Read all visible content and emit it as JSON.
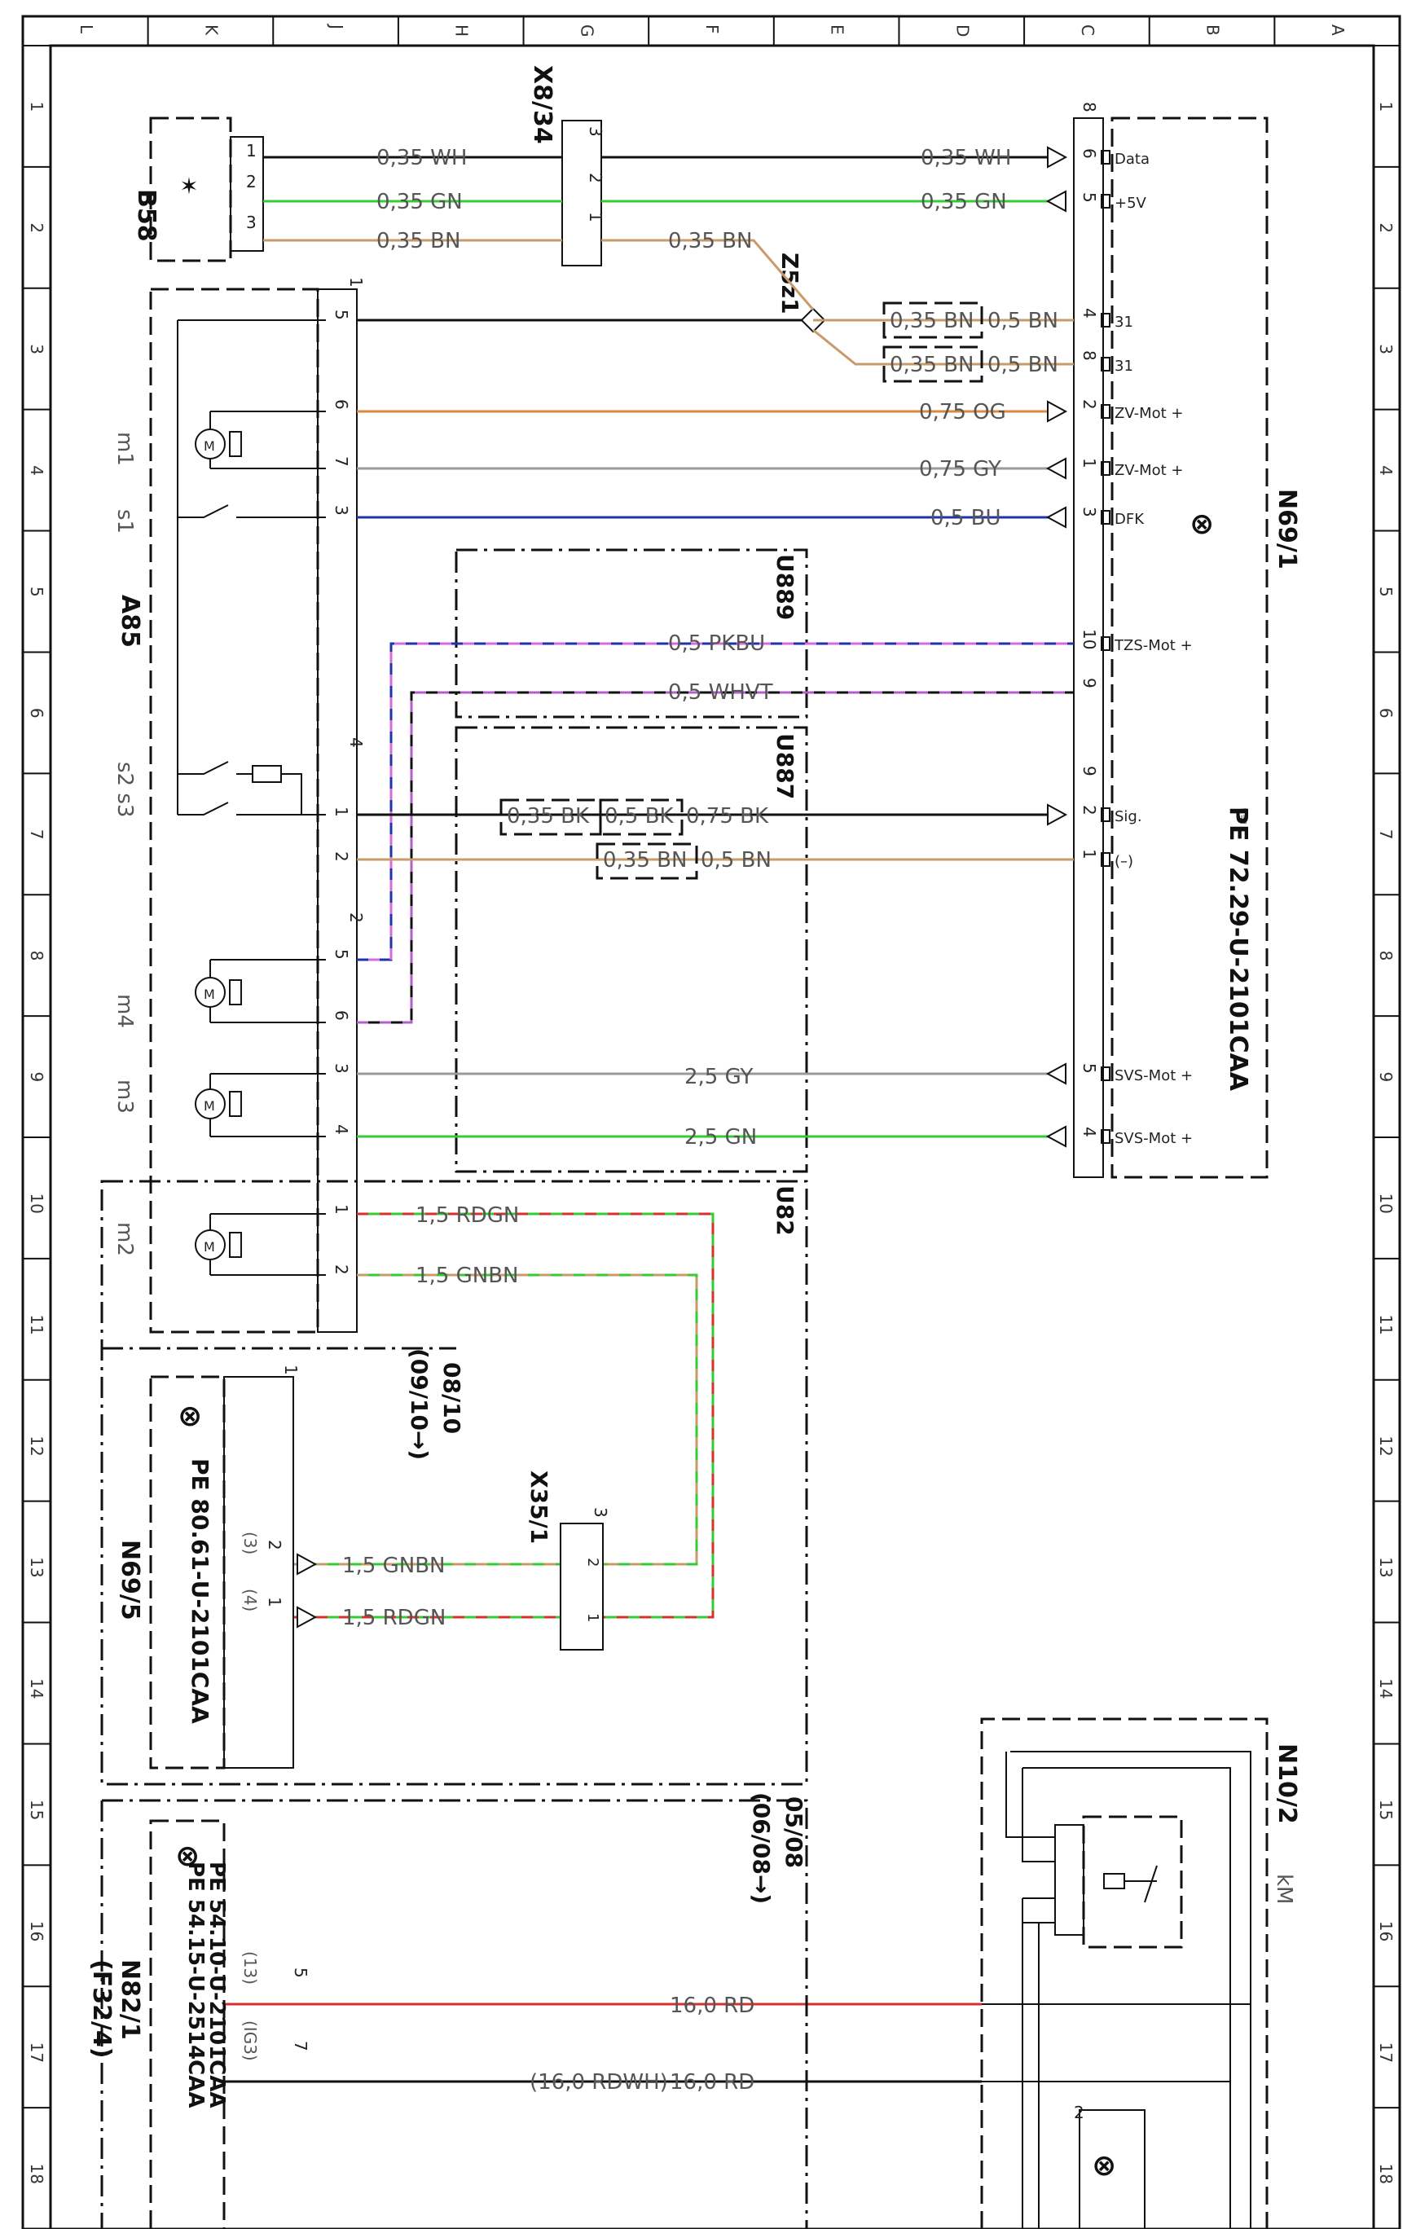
{
  "colors": {
    "WH": "#111111",
    "GN": "#33cc33",
    "BN": "#c89b6a",
    "OG": "#d98a3c",
    "GY": "#9a9a9a",
    "BU": "#2233aa",
    "BK": "#111111",
    "RD": "#d83030",
    "PK": "#d86ad8",
    "VT": "#b060c8"
  },
  "grid": {
    "columns": [
      "L",
      "K",
      "J",
      "H",
      "G",
      "F",
      "E",
      "D",
      "C",
      "B",
      "A"
    ],
    "rows": [
      "1",
      "2",
      "3",
      "4",
      "5",
      "6",
      "7",
      "8",
      "9",
      "10",
      "11",
      "12",
      "13",
      "14",
      "15",
      "16",
      "17",
      "18"
    ]
  },
  "components": {
    "b58": "B58",
    "x8_34": "X8/34",
    "z5z1": "Z5z1",
    "n69_1": "N69/1",
    "n69_1_ref": "PE 72.29-U-2101CAA",
    "a85": "A85",
    "m1": "m1",
    "s1": "s1",
    "s2s3": "s2 s3",
    "m4": "m4",
    "m3": "m3",
    "m2": "m2",
    "u889": "U889",
    "u887": "U887",
    "u82": "U82",
    "x35_1": "X35/1",
    "n69_5": "N69/5",
    "n69_5_ref": "PE 80.61-U-2101CAA",
    "n82_1": "N82/1",
    "f32_4": "(F32/4)",
    "n82_ref1": "PE 54.10-U-2101CAA",
    "n82_ref2": "PE 54.15-U-2514CAA",
    "n10_2": "N10/2",
    "km": "kM"
  },
  "pins": {
    "n69_1": [
      "Data",
      "+5V",
      "31",
      "31",
      "ZV-Mot +",
      "ZV-Mot +",
      "DFK",
      "TZS-Mot +",
      "Sig.",
      "(–)",
      "SVS-Mot +",
      "SVS-Mot +"
    ]
  },
  "refs": {
    "r1a": "08/10",
    "r1b": "(09/10→)",
    "r2a": "05/08",
    "r2b": "(06/08→)"
  },
  "wires": {
    "w1": "0,35 WH",
    "w2": "0,35 GN",
    "w3": "0,35 BN",
    "w3b": "0,35 BN",
    "w4a": "0,35 BN",
    "w4b": "0,5 BN",
    "w5a": "0,35 BN",
    "w5b": "0,5 BN",
    "w6": "0,75 OG",
    "w7": "0,75 GY",
    "w8": "0,5 BU",
    "w9": "0,5 PKBU",
    "w10": "0,5 WHVT",
    "w11a": "0,35 BK",
    "w11b": "0,5 BK",
    "w11c": "0,75 BK",
    "w12a": "0,35 BN",
    "w12b": "0,5 BN",
    "w13": "2,5 GY",
    "w14": "2,5 GN",
    "w15": "1,5 RDGN",
    "w16": "1,5 GNBN",
    "w17": "1,5 GNBN",
    "w18": "1,5 RDGN",
    "w19": "16,0 RD",
    "w20a": "(16,0 RDWH)",
    "w20b": "16,0 RD"
  },
  "pinnums": {
    "x8": [
      "3",
      "2",
      "1"
    ],
    "b58": [
      "1",
      "2",
      "3"
    ],
    "n69a": [
      "8",
      "6",
      "5",
      "4",
      "8",
      "2",
      "1",
      "3",
      "10",
      "9",
      "9",
      "2",
      "1",
      "5",
      "4"
    ],
    "a85": [
      "1",
      "5",
      "6",
      "7",
      "3",
      "4",
      "1",
      "2",
      "2",
      "5",
      "6",
      "3",
      "4",
      "1",
      "2"
    ],
    "x35": [
      "3",
      "2",
      "1"
    ],
    "n69_5": [
      "1",
      "2",
      "1",
      "(3)",
      "(4)"
    ],
    "n82": [
      "5",
      "7",
      "(13)",
      "(IG3)"
    ],
    "n10": [
      "2"
    ]
  }
}
